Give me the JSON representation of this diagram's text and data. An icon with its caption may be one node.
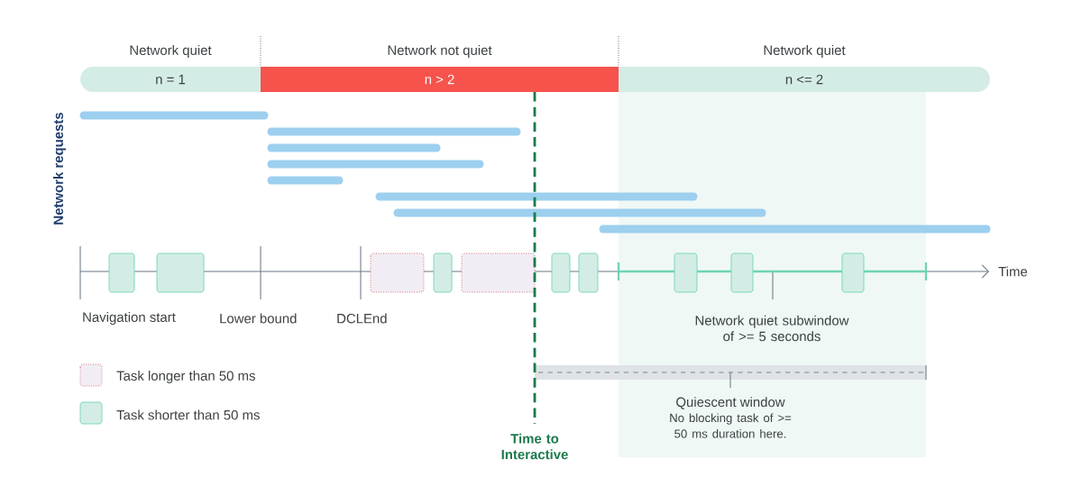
{
  "diagram": {
    "nodes": [
      {
        "text": [
          "Network quiet",
          "n = 1"
        ]
      },
      {
        "text": [
          "Network not quiet",
          "n > 2"
        ]
      },
      {
        "text": [
          "Network quiet",
          "n <= 2"
        ]
      }
    ],
    "labels": [
      "Network requests",
      "Navigation start",
      "Lower bound",
      "DCLEnd",
      "Time",
      "Network quiet subwindow of >= 5 seconds",
      "Quiescent window",
      "No blocking task of >= 50 ms duration here.",
      "Time to Interactive"
    ],
    "legend": [
      {
        "text": "Task longer than 50 ms",
        "color": "#f2edf5"
      },
      {
        "text": "Task shorter than 50 ms",
        "color": "#d3ede6"
      }
    ]
  }
}
